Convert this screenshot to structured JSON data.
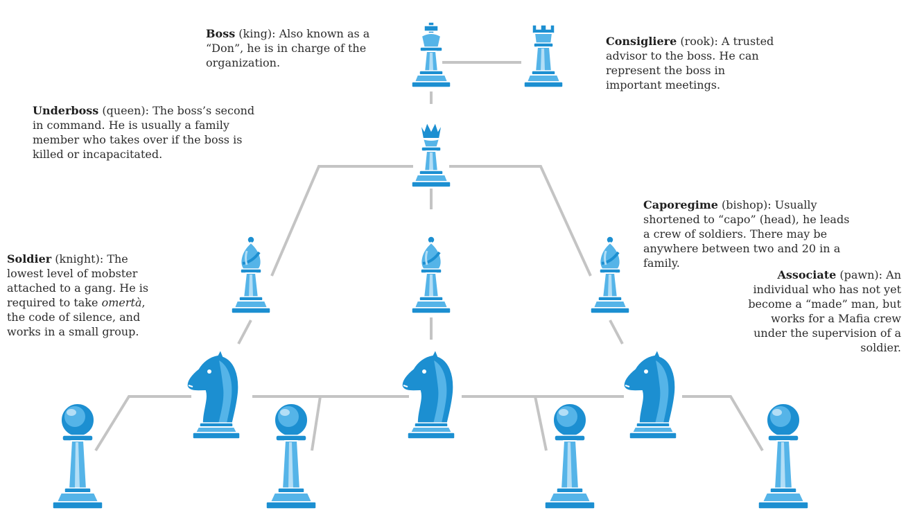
{
  "colors": {
    "piece_dark": "#1c8fd1",
    "piece_mid": "#55b4e8",
    "piece_light": "#b3def6",
    "piece_outline": "#ffffff",
    "connector": "#c4c4c4",
    "text": "#2c2c2c"
  },
  "pieces": [
    {
      "id": "boss",
      "type": "king"
    },
    {
      "id": "consigliere",
      "type": "rook"
    },
    {
      "id": "underboss",
      "type": "queen"
    },
    {
      "id": "capo-left",
      "type": "bishop"
    },
    {
      "id": "capo-center",
      "type": "bishop"
    },
    {
      "id": "capo-right",
      "type": "bishop"
    },
    {
      "id": "soldier-left",
      "type": "knight"
    },
    {
      "id": "soldier-center",
      "type": "knight"
    },
    {
      "id": "soldier-right",
      "type": "knight"
    },
    {
      "id": "associate-1",
      "type": "pawn"
    },
    {
      "id": "associate-2",
      "type": "pawn"
    },
    {
      "id": "associate-3",
      "type": "pawn"
    },
    {
      "id": "associate-4",
      "type": "pawn"
    }
  ],
  "notes": {
    "boss": {
      "role": "Boss",
      "piece": " (king): Also known as a “Don”, he is in charge of the organization."
    },
    "consigliere": {
      "role": "Consigliere",
      "piece": " (rook): A trusted advisor to the boss. He can represent the boss in important meetings."
    },
    "underboss": {
      "role": "Underboss",
      "piece": " (queen): The boss’s second in command. He is usually a family member who takes over if the boss is killed or incapacitated."
    },
    "caporegime": {
      "role": "Caporegime",
      "piece": " (bishop): Usually shortened to “capo” (head), he leads a crew of soldiers. There may be anywhere between two and 20 in a family."
    },
    "soldier": {
      "role": "Soldier",
      "text_a": " (knight): The lowest level of mobster attached to a gang. He is required to take ",
      "italic": "omertà",
      "text_b": ", the code of silence, and works in a small group."
    },
    "associate": {
      "role": "Associate",
      "piece": " (pawn): An individual who has not yet become a “made” man, but works for a Mafia crew under the supervision of a soldier."
    }
  }
}
